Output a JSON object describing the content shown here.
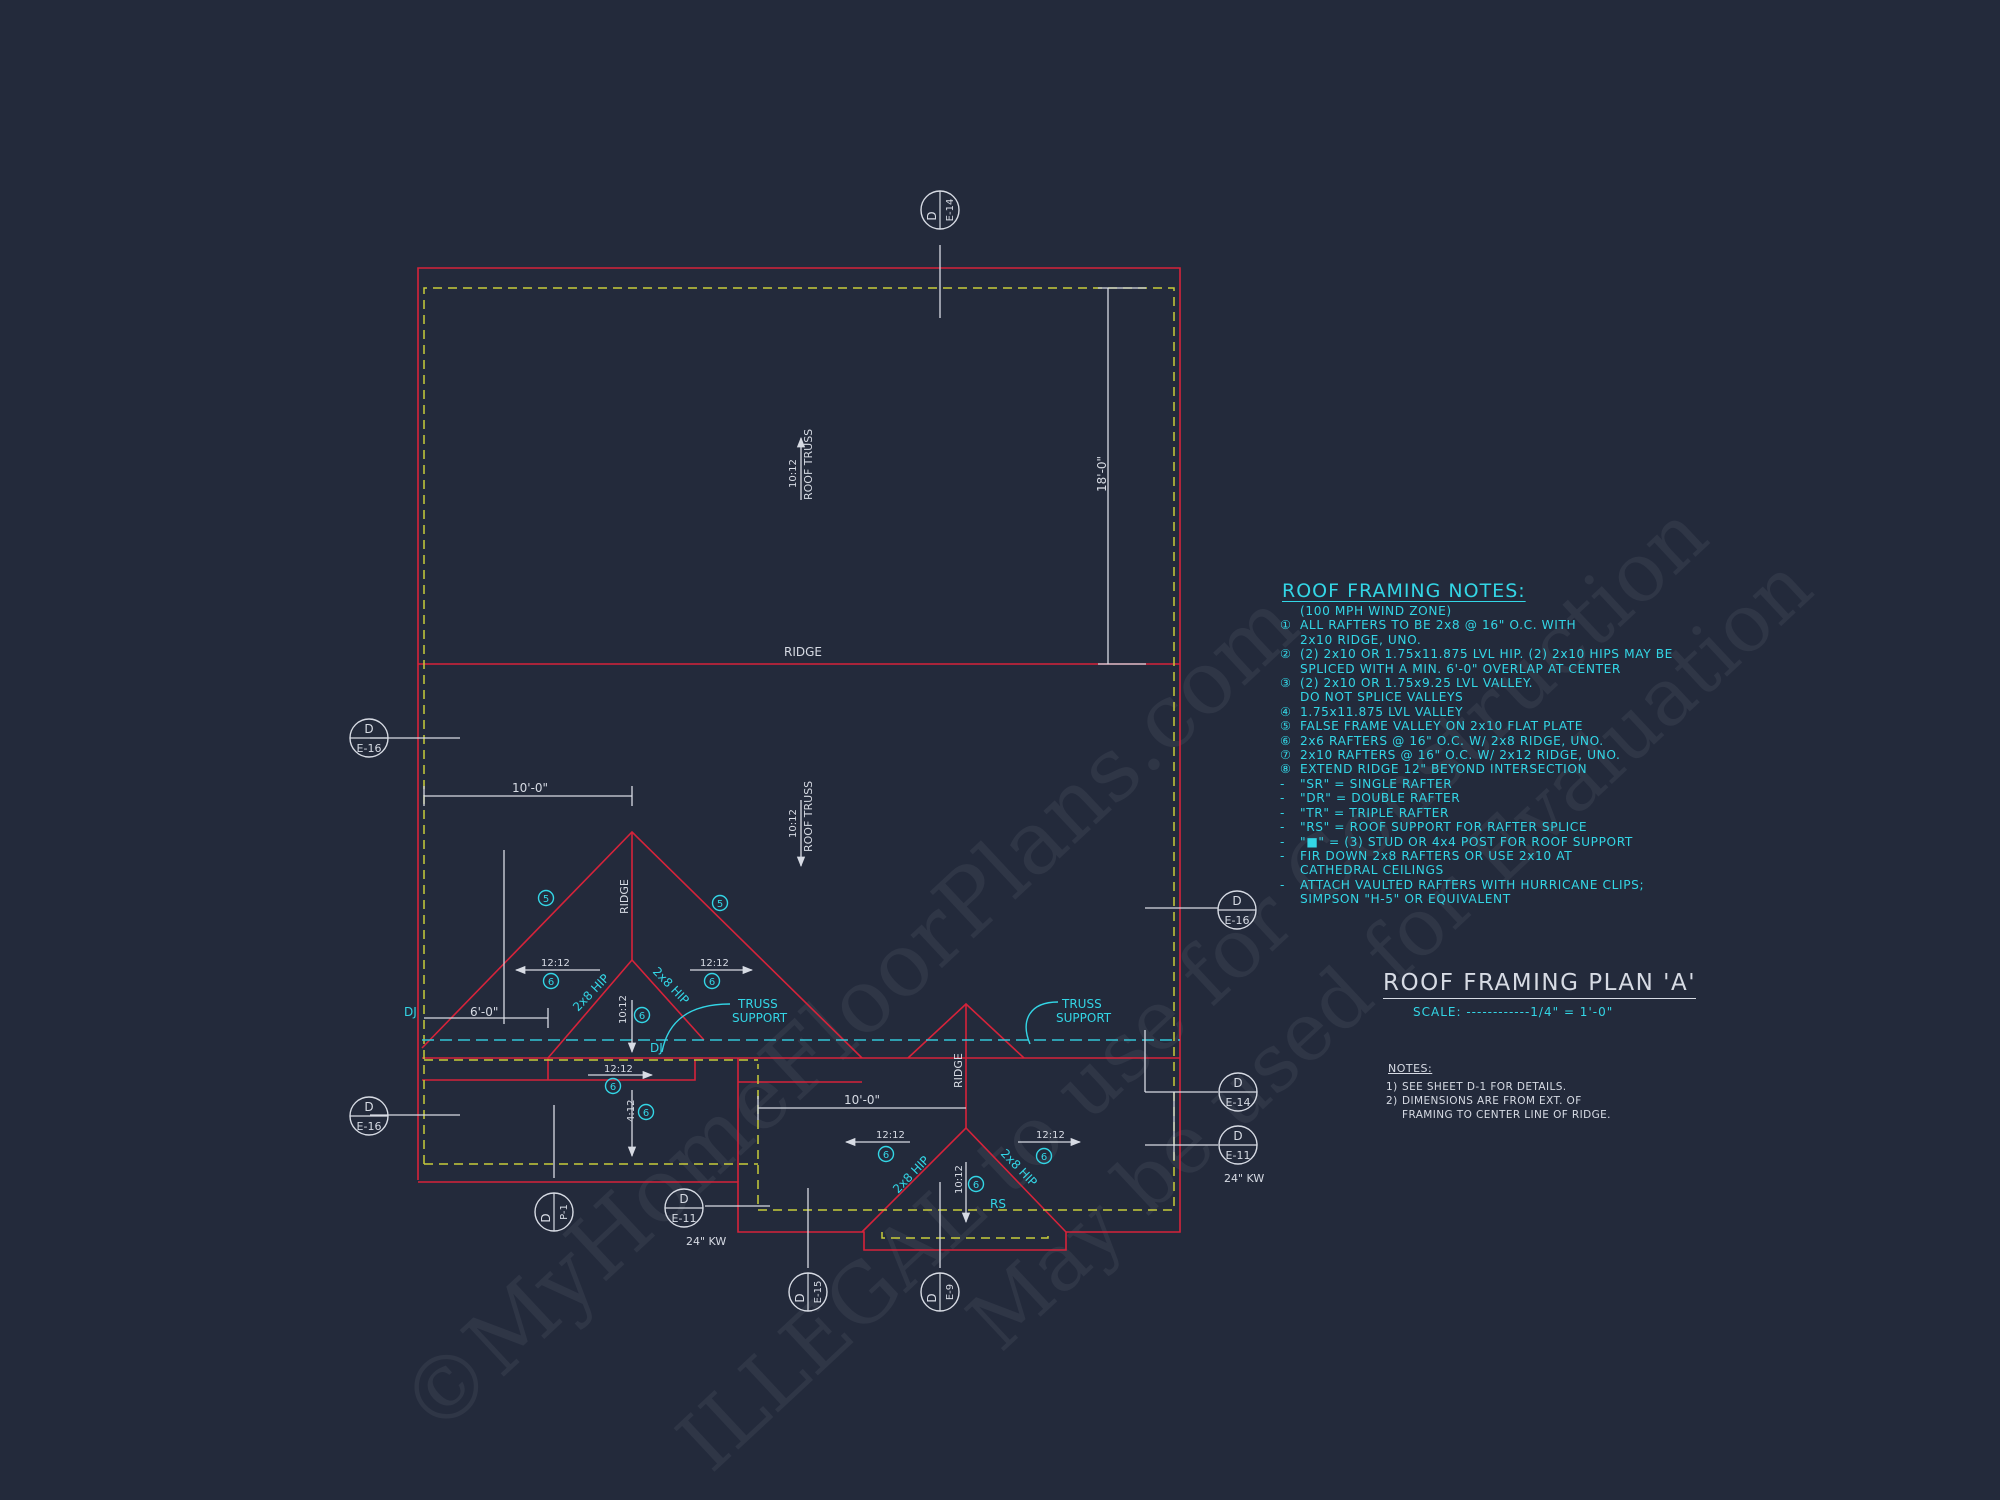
{
  "watermarks": [
    "©MyHomeFloorPlans.com",
    "ILLEGAL to use for Construction",
    "May be used for Evaluation"
  ],
  "plan": {
    "labels": {
      "ridge_main": "RIDGE",
      "ridge_left": "RIDGE",
      "ridge_center": "RIDGE",
      "roof_truss_upper": "ROOF TRUSS",
      "roof_truss_lower": "ROOF TRUSS",
      "slope_upper": "10:12",
      "slope_lower": "10:12",
      "slope_left_ridge": "10:12",
      "slope_center_ridge": "10:12",
      "slope_4_12": "4:12",
      "slope_12_12_a": "12:12",
      "slope_12_12_b": "12:12",
      "slope_12_12_c": "12:12",
      "slope_12_12_d": "12:12",
      "slope_12_12_e": "12:12",
      "dim_18": "18'-0\"",
      "dim_10_left": "10'-0\"",
      "dim_6": "6'-0\"",
      "dim_10_center": "10'-0\"",
      "hip_left_a": "2x8 HIP",
      "hip_left_b": "2x8 HIP",
      "hip_center_a": "2x8 HIP",
      "hip_center_b": "2x8 HIP",
      "dj_left": "DJ",
      "dj_center": "DJ",
      "rs": "RS",
      "truss_support_left": "TRUSS\nSUPPORT",
      "truss_support_right": "TRUSS\nSUPPORT",
      "kw_left": "24\" KW",
      "kw_right": "24\" KW"
    },
    "note_markers": {
      "m5_a": "5",
      "m5_b": "5",
      "m6_a": "6",
      "m6_b": "6",
      "m6_c": "6",
      "m6_d": "6",
      "m6_e": "6",
      "m6_f": "6",
      "m6_g": "6",
      "m6_h": "6"
    },
    "section_markers": [
      {
        "id": "top",
        "letter": "D",
        "sheet": "E-14"
      },
      {
        "id": "left-upper",
        "letter": "D",
        "sheet": "E-16"
      },
      {
        "id": "left-lower",
        "letter": "D",
        "sheet": "E-16"
      },
      {
        "id": "right-upper",
        "letter": "D",
        "sheet": "E-16"
      },
      {
        "id": "right-mid",
        "letter": "D",
        "sheet": "E-14"
      },
      {
        "id": "right-lower",
        "letter": "D",
        "sheet": "E-11"
      },
      {
        "id": "bottom-p1",
        "letter": "D",
        "sheet": "P-1"
      },
      {
        "id": "bottom-e11",
        "letter": "D",
        "sheet": "E-11"
      },
      {
        "id": "bottom-e15",
        "letter": "D",
        "sheet": "E-15"
      },
      {
        "id": "bottom-e9",
        "letter": "D",
        "sheet": "E-9"
      }
    ]
  },
  "roof_framing_notes": {
    "title": "ROOF FRAMING NOTES:",
    "items": [
      {
        "marker": "",
        "text": "(100 MPH WIND ZONE)",
        "sub": true
      },
      {
        "marker": "①",
        "text": "ALL RAFTERS TO BE 2x8 @ 16\" O.C. WITH\n2x10 RIDGE, UNO."
      },
      {
        "marker": "②",
        "text": "(2) 2x10 OR 1.75x11.875 LVL HIP. (2) 2x10 HIPS MAY BE\nSPLICED WITH A MIN. 6'-0\" OVERLAP AT CENTER"
      },
      {
        "marker": "③",
        "text": "(2) 2x10 OR 1.75x9.25 LVL VALLEY.\nDO NOT SPLICE VALLEYS"
      },
      {
        "marker": "④",
        "text": "1.75x11.875 LVL VALLEY"
      },
      {
        "marker": "⑤",
        "text": "FALSE FRAME VALLEY ON 2x10 FLAT PLATE"
      },
      {
        "marker": "⑥",
        "text": "2x6 RAFTERS @ 16\" O.C. W/ 2x8 RIDGE, UNO."
      },
      {
        "marker": "⑦",
        "text": "2x10 RAFTERS @ 16\" O.C. W/ 2x12 RIDGE, UNO."
      },
      {
        "marker": "⑧",
        "text": "EXTEND RIDGE 12\" BEYOND INTERSECTION"
      },
      {
        "marker": "-",
        "text": "\"SR\" = SINGLE RAFTER"
      },
      {
        "marker": "-",
        "text": "\"DR\" = DOUBLE RAFTER"
      },
      {
        "marker": "-",
        "text": "\"TR\" = TRIPLE RAFTER"
      },
      {
        "marker": "-",
        "text": "\"RS\" = ROOF SUPPORT FOR RAFTER SPLICE"
      },
      {
        "marker": "-",
        "text": "\"■\" = (3) STUD OR 4x4 POST FOR ROOF SUPPORT"
      },
      {
        "marker": "-",
        "text": "FIR DOWN 2x8 RAFTERS OR USE 2x10 AT\nCATHEDRAL CEILINGS"
      },
      {
        "marker": "-",
        "text": "ATTACH VAULTED RAFTERS WITH HURRICANE CLIPS;\nSIMPSON \"H-5\" OR EQUIVALENT"
      }
    ]
  },
  "title_block": {
    "title": "ROOF FRAMING PLAN 'A'",
    "scale": "SCALE: ------------1/4\" = 1'-0\""
  },
  "general_notes": {
    "title": "NOTES:",
    "items": [
      {
        "marker": "1)",
        "text": "SEE SHEET D-1 FOR DETAILS."
      },
      {
        "marker": "2)",
        "text": "DIMENSIONS ARE FROM EXT. OF\nFRAMING TO CENTER LINE OF RIDGE."
      }
    ]
  },
  "colors": {
    "background": "#232a3b",
    "roof_outline": "#d6233a",
    "wall_dashed": "#c8cc3a",
    "truss_dashed": "#33c6d8",
    "annotation": "#33d6e6",
    "linework": "#d7dbe4"
  }
}
